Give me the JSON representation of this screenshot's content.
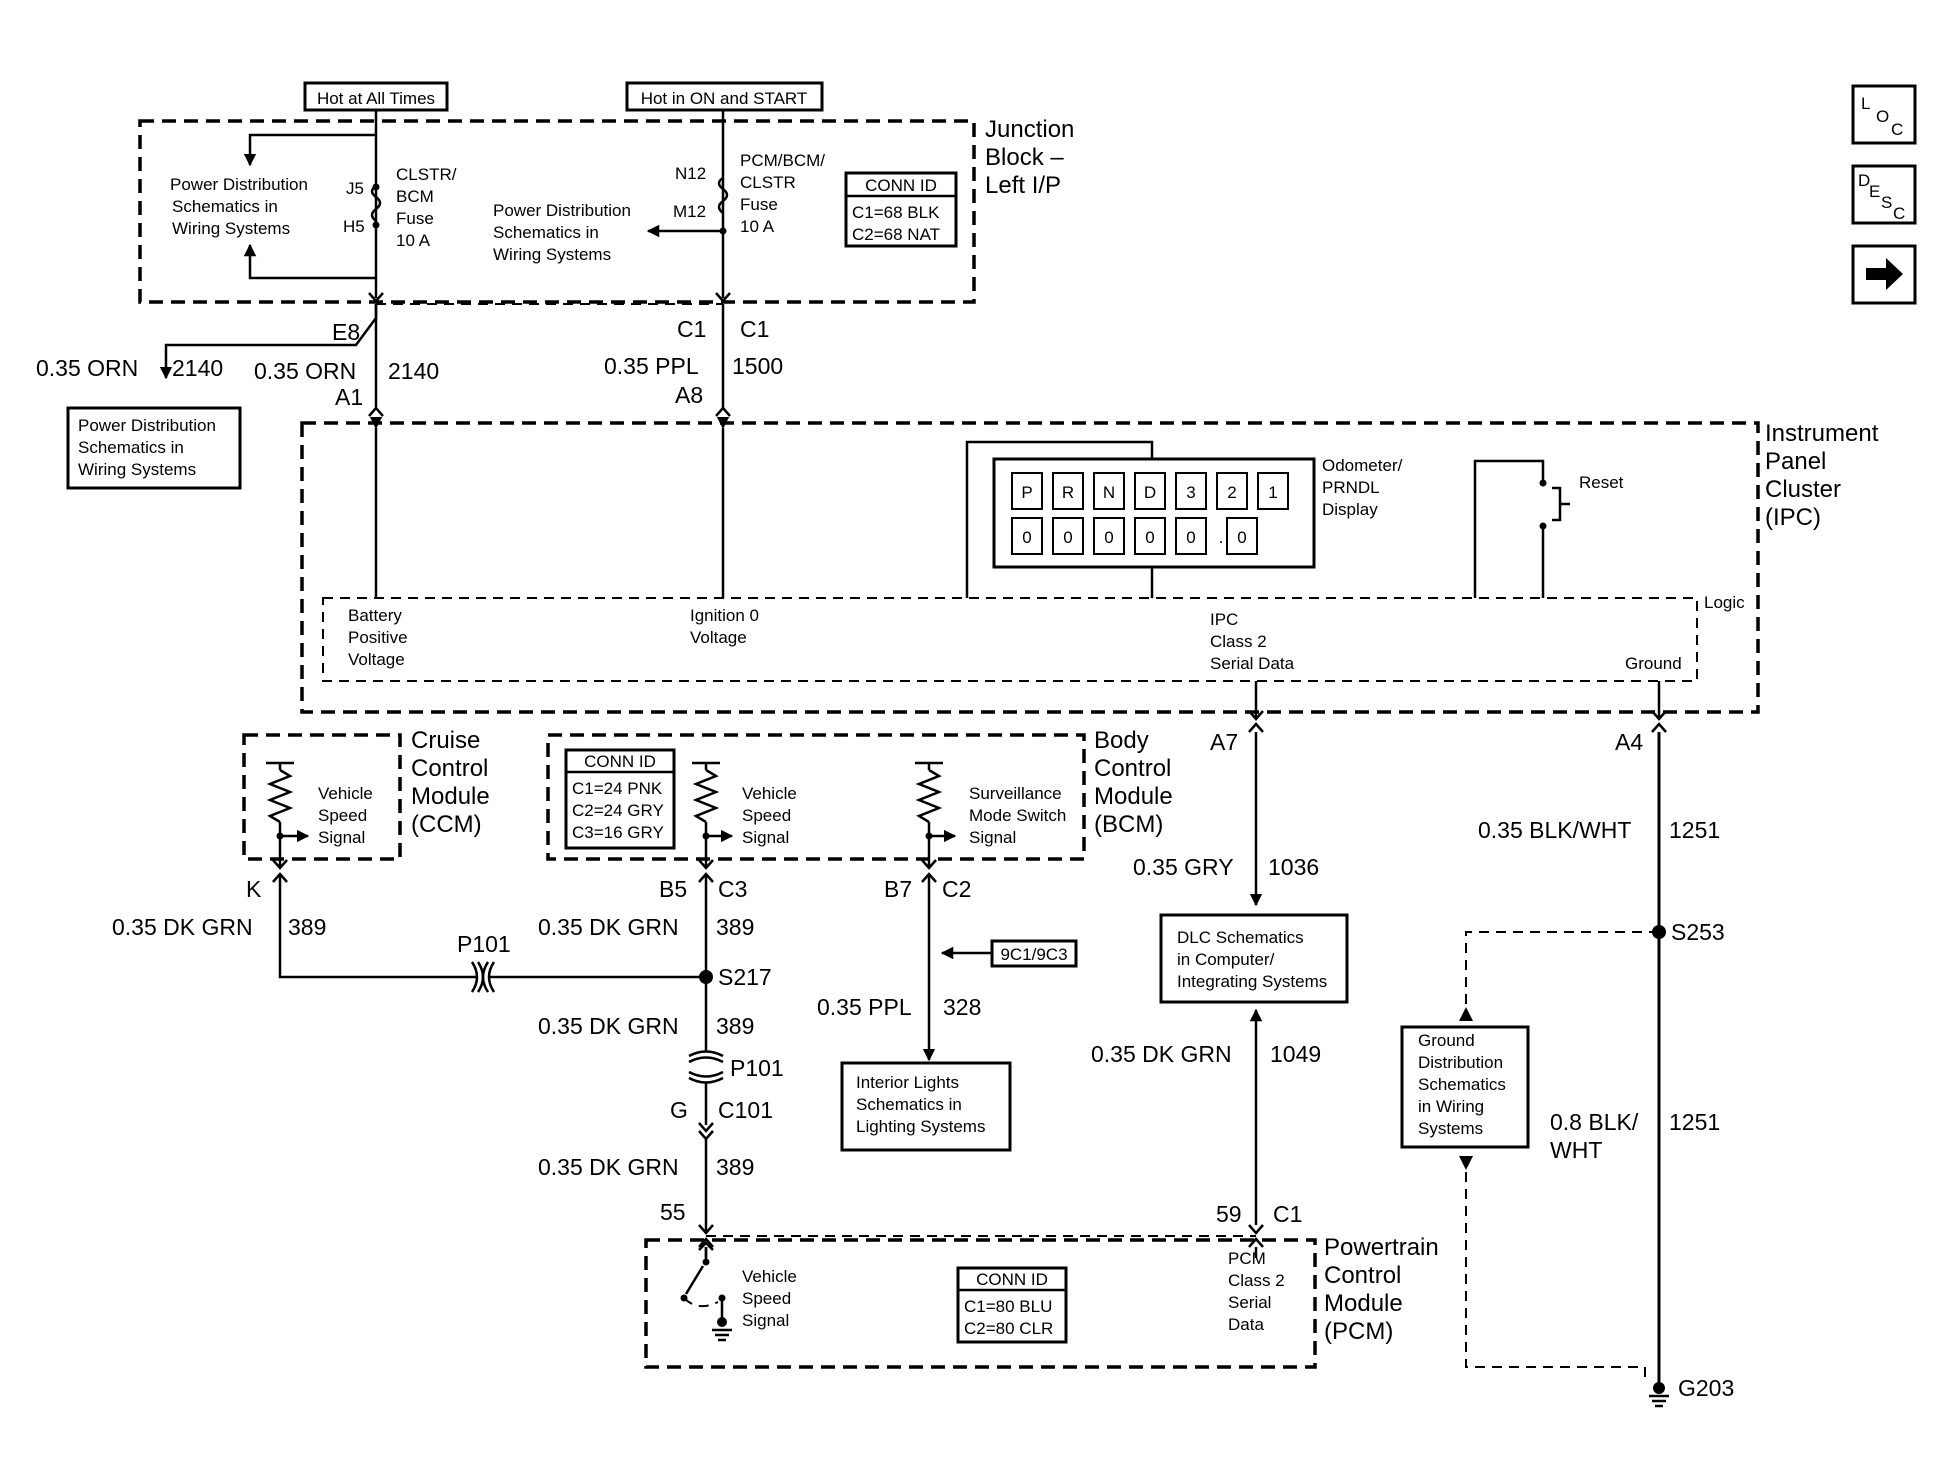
{
  "supply_labels": {
    "hot_all_times": "Hot at All Times",
    "hot_on_start": "Hot in ON and START"
  },
  "junction_block": {
    "title": [
      "Junction",
      "Block –",
      "Left I/P"
    ],
    "pd_left": [
      "Power Distribution",
      "Schematics in",
      "Wiring Systems"
    ],
    "pin_j5": "J5",
    "pin_h5": "H5",
    "fuse_left": [
      "CLSTR/",
      "BCM",
      "Fuse",
      "10 A"
    ],
    "pd_mid": [
      "Power Distribution",
      "Schematics in",
      "Wiring Systems"
    ],
    "pin_n12": "N12",
    "pin_m12": "M12",
    "fuse_right": [
      "PCM/BCM/",
      "CLSTR",
      "Fuse",
      "10 A"
    ],
    "conn_id": {
      "title": "CONN ID",
      "lines": [
        "C1=68 BLK",
        "C2=68 NAT"
      ]
    }
  },
  "wires_top": {
    "e8": "E8",
    "a1": "A1",
    "orn_left_gauge": "0.35 ORN",
    "orn_left_circuit": "2140",
    "orn_gauge": "0.35 ORN",
    "orn_circuit": "2140",
    "c1a": "C1",
    "c1b": "C1",
    "a8": "A8",
    "ppl_gauge": "0.35 PPL",
    "ppl_circuit": "1500",
    "pd_box": [
      "Power Distribution",
      "Schematics in",
      "Wiring Systems"
    ]
  },
  "ipc": {
    "title": [
      "Instrument",
      "Panel",
      "Cluster",
      "(IPC)"
    ],
    "display_label": [
      "Odometer/",
      "PRNDL",
      "Display"
    ],
    "prndl": [
      "P",
      "R",
      "N",
      "D",
      "3",
      "2",
      "1"
    ],
    "odometer": [
      "0",
      "0",
      "0",
      "0",
      "0",
      ".",
      "0"
    ],
    "reset": "Reset",
    "logic": "Logic",
    "battery": [
      "Battery",
      "Positive",
      "Voltage"
    ],
    "ignition": [
      "Ignition 0",
      "Voltage"
    ],
    "class2": [
      "IPC",
      "Class 2",
      "Serial Data"
    ],
    "ground": "Ground",
    "pin_a7": "A7",
    "pin_a4": "A4"
  },
  "ccm": {
    "title": [
      "Cruise",
      "Control",
      "Module",
      "(CCM)"
    ],
    "signal": [
      "Vehicle",
      "Speed",
      "Signal"
    ],
    "pin_k": "K",
    "wire_gauge": "0.35 DK GRN",
    "wire_circuit": "389"
  },
  "bcm": {
    "title": [
      "Body",
      "Control",
      "Module",
      "(BCM)"
    ],
    "conn_id": {
      "title": "CONN ID",
      "lines": [
        "C1=24 PNK",
        "C2=24 GRY",
        "C3=16 GRY"
      ]
    },
    "vss": [
      "Vehicle",
      "Speed",
      "Signal"
    ],
    "surv": [
      "Surveillance",
      "Mode Switch",
      "Signal"
    ],
    "pin_b5": "B5",
    "pin_c3": "C3",
    "pin_b7": "B7",
    "pin_c2": "C2"
  },
  "middle": {
    "p101_top": "P101",
    "dkgrn_1_gauge": "0.35 DK GRN",
    "dkgrn_1_circuit": "389",
    "s217": "S217",
    "dkgrn_2_gauge": "0.35 DK GRN",
    "dkgrn_2_circuit": "389",
    "p101_bottom": "P101",
    "pin_g": "G",
    "c101": "C101",
    "dkgrn_3_gauge": "0.35 DK GRN",
    "dkgrn_3_circuit": "389",
    "pin_55": "55",
    "ref_9c": "9C1/9C3",
    "ppl_gauge": "0.35 PPL",
    "ppl_circuit": "328",
    "interior": [
      "Interior Lights",
      "Schematics in",
      "Lighting Systems"
    ]
  },
  "right": {
    "gry_gauge": "0.35 GRY",
    "gry_circuit": "1036",
    "dlc": [
      "DLC Schematics",
      "in Computer/",
      "Integrating Systems"
    ],
    "dkgrn_gauge": "0.35 DK GRN",
    "dkgrn_circuit": "1049",
    "pin_59": "59",
    "pin_c1": "C1",
    "blkwht_gauge": "0.35 BLK/WHT",
    "blkwht_circuit": "1251",
    "s253": "S253",
    "ground_dist": [
      "Ground",
      "Distribution",
      "Schematics",
      "in Wiring",
      "Systems"
    ],
    "blkwht2_gauge": [
      "0.8 BLK/",
      "WHT"
    ],
    "blkwht2_circuit": "1251",
    "g203": "G203"
  },
  "pcm": {
    "title": [
      "Powertrain",
      "Control",
      "Module",
      "(PCM)"
    ],
    "vss": [
      "Vehicle",
      "Speed",
      "Signal"
    ],
    "conn_id": {
      "title": "CONN ID",
      "lines": [
        "C1=80 BLU",
        "C2=80 CLR"
      ]
    },
    "class2": [
      "PCM",
      "Class 2",
      "Serial",
      "Data"
    ]
  },
  "nav": {
    "loc": {
      "l": "L",
      "o": "O",
      "c": "C"
    },
    "desc": {
      "d": "D",
      "e": "E",
      "s": "S",
      "c": "C"
    },
    "next_arrow_icon": "right-arrow-icon"
  }
}
